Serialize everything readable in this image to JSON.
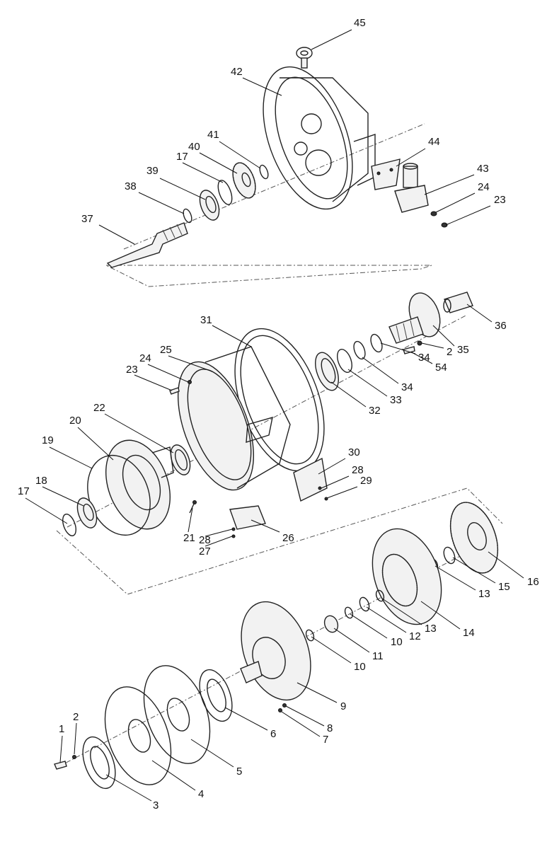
{
  "diagram": {
    "callouts": [
      "1",
      "2",
      "3",
      "4",
      "5",
      "6",
      "7",
      "8",
      "9",
      "10",
      "10",
      "11",
      "12",
      "13",
      "13",
      "14",
      "15",
      "16",
      "17",
      "17",
      "18",
      "19",
      "20",
      "21",
      "22",
      "23",
      "23",
      "24",
      "24",
      "25",
      "26",
      "27",
      "28",
      "28",
      "29",
      "30",
      "31",
      "32",
      "33",
      "34",
      "34",
      "2",
      "54",
      "35",
      "36",
      "37",
      "38",
      "39",
      "40",
      "41",
      "42",
      "43",
      "44",
      "45"
    ]
  }
}
